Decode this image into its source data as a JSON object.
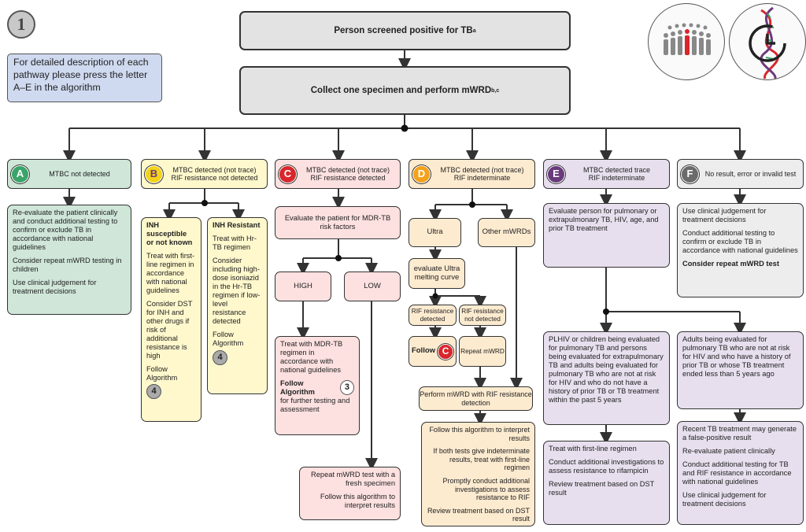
{
  "step_number": "1",
  "info_box": "For detailed description of each pathway please press the letter A–E in the algorithm",
  "top1": {
    "text": "Person screened positive for TB",
    "sup": "a"
  },
  "top2": {
    "text": "Collect one specimen and perform mWRD",
    "sup": "b,c"
  },
  "colors": {
    "A": "#3aa56a",
    "B": "#f3d31a",
    "C": "#d9262c",
    "D": "#f3a21b",
    "E": "#6a3a7c",
    "F": "#6b6b6b"
  },
  "pathways": {
    "A": {
      "letter": "A",
      "header": "MTBC not detected",
      "body": [
        "Re-evaluate the patient clinically and conduct additional testing to confirm or exclude TB in accordance with national guidelines",
        "Consider repeat mWRD testing in children",
        "Use clinical judgement for treatment decisions"
      ]
    },
    "B": {
      "letter": "B",
      "header1": "MTBC detected (not trace)",
      "header2": "RIF resistance not detected",
      "inh_susc": {
        "title": "INH susceptible or not known",
        "p1": "Treat with first-line regimen in accordance with national guidelines",
        "p2": "Consider DST for INH and other drugs if risk of additional resistance is high",
        "p3": "Follow Algorithm",
        "algo": "4"
      },
      "inh_res": {
        "title": "INH Resistant",
        "p1": "Treat with Hr-TB regimen",
        "p2": "Consider including high-dose isoniazid in the Hr-TB regimen if low-level resistance detected",
        "p3": "Follow Algorithm",
        "algo": "4"
      }
    },
    "C": {
      "letter": "C",
      "header1": "MTBC detected (not trace)",
      "header2": "RIF resistance detected",
      "evaluate": "Evaluate the patient for MDR-TB risk factors",
      "high": "HIGH",
      "low": "LOW",
      "treat": "Treat with MDR-TB regimen in accordance with national guidelines",
      "follow": "Follow Algorithm",
      "algo": "3",
      "follow_rest": "for further testing and assessment",
      "repeat": "Repeat mWRD test with a fresh specimen",
      "repeat_follow": "Follow this algorithm to interpret results"
    },
    "D": {
      "letter": "D",
      "header1": "MTBC detected (not trace)",
      "header2": "RIF indeterminate",
      "ultra": "Ultra",
      "other": "Other mWRDs",
      "evaluate": "evaluate Ultra melting curve",
      "rif_det": "RIF resistance detected",
      "rif_not": "RIF resistance not detected",
      "follow_c": "Follow",
      "repeat_mwrd": "Repeat mWRD",
      "perform": "Perform mWRD with RIF resistance detection",
      "final": [
        "Follow this algorithm to interpret results",
        "If both tests give indeterminate results, treat with first-line regimen",
        "Promptly conduct additional investigations to assess resistance to RIF",
        "Review treatment based on DST result"
      ]
    },
    "E": {
      "letter": "E",
      "header1": "MTBC detected trace",
      "header2": "RIF indeterminate",
      "evaluate": "Evaluate person for pulmonary or extrapulmonary TB, HIV, age, and prior TB treatment",
      "left": "PLHIV or children being evaluated for pulmonary TB and persons being evaluated for extrapulmonary TB and adults being evaluated for pulmonary TB who are not at risk for HIV and who do not have a history of prior TB or TB treatment within the past 5 years",
      "right": "Adults being evaluated for pulmonary TB who are not at risk for HIV and who have a history of prior TB or whose TB treatment ended less than 5 years ago",
      "left_act": [
        "Treat with first-line regimen",
        "Conduct additional investigations to assess resistance to rifampicin",
        "Review treatment based on DST result"
      ],
      "right_act": [
        "Recent TB treatment may generate a false-positive result",
        "Re-evaluate patient clinically",
        "Conduct additional testing for TB and RIF resistance in accordance with national guidelines",
        "Use clinical judgement for treatment decisions"
      ]
    },
    "F": {
      "letter": "F",
      "header": "No result, error or invalid test",
      "body": [
        "Use clinical judgement for treatment decisions",
        "Conduct additional testing to confirm or exclude TB in accordance with national guidelines",
        "Consider repeat mWRD test"
      ]
    }
  }
}
